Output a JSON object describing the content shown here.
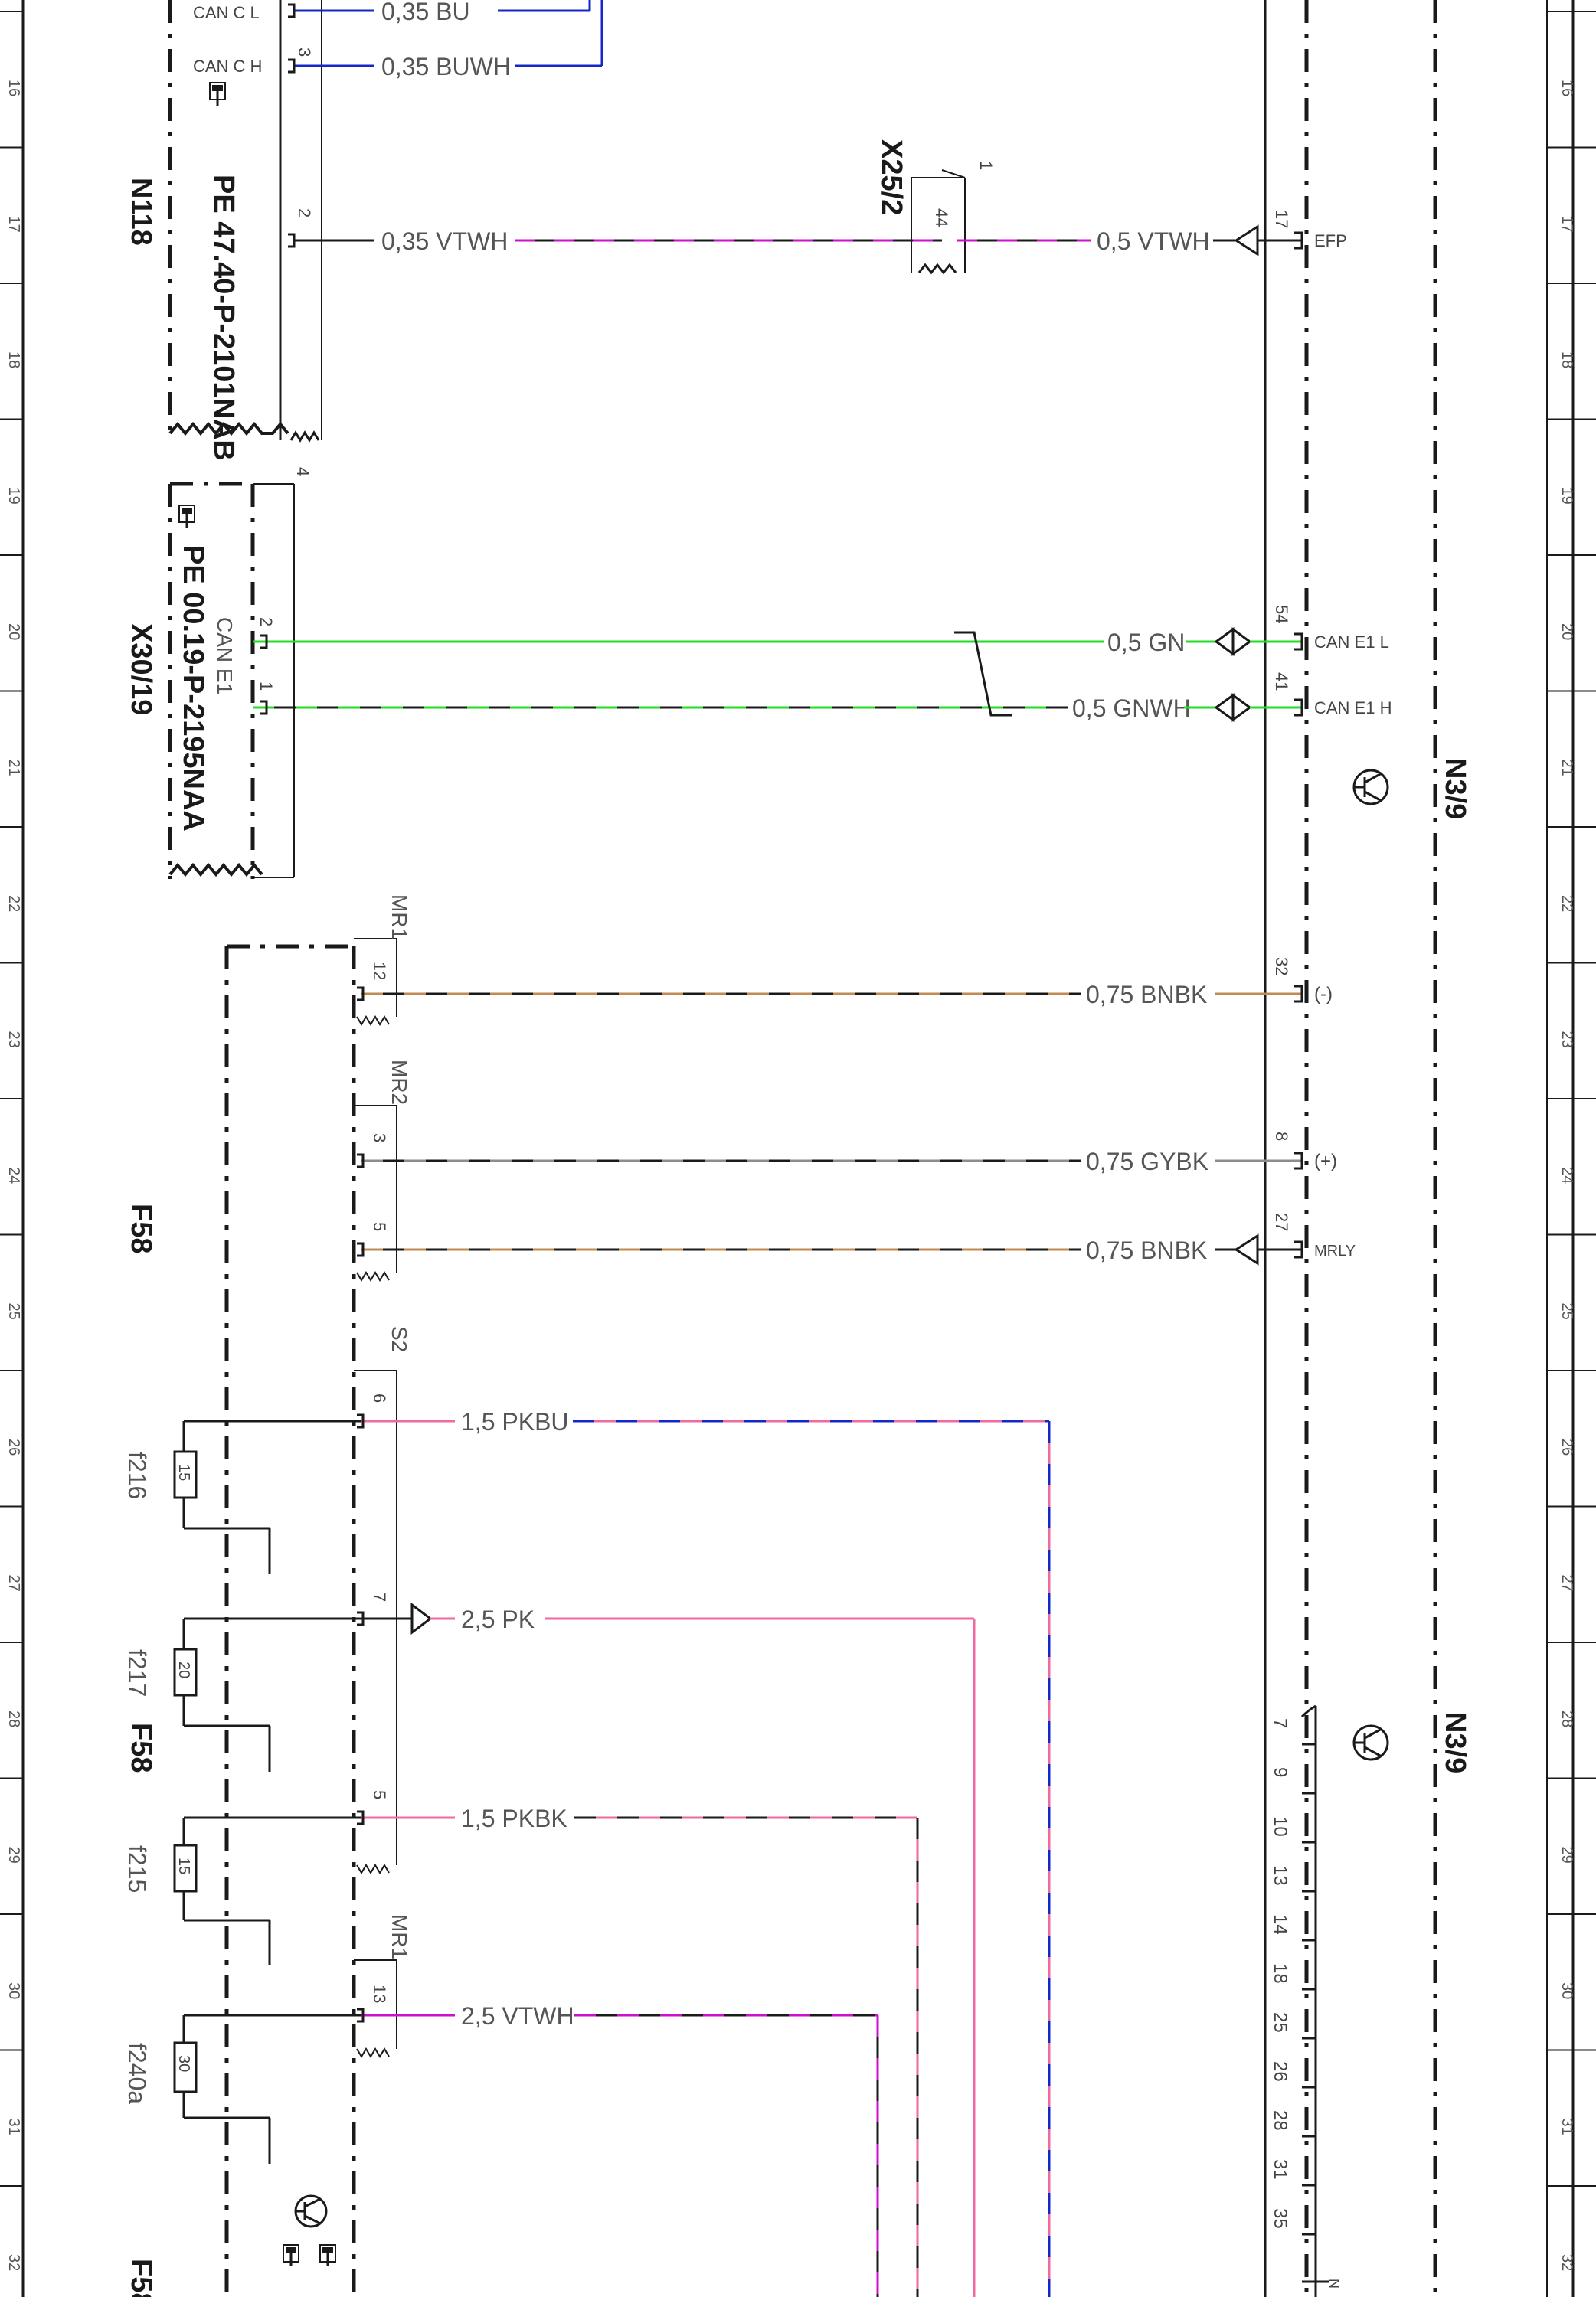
{
  "grid": {
    "row_numbers": [
      "16",
      "17",
      "18",
      "19",
      "20",
      "21",
      "22",
      "23",
      "24",
      "25",
      "26",
      "27",
      "28",
      "29",
      "30",
      "31",
      "32"
    ]
  },
  "colors": {
    "blue": "#1428c8",
    "violet": "#cc10cc",
    "green": "#22dd22",
    "pink": "#ee6aa0",
    "brown": "#c08a50",
    "gray": "#8c8c8c",
    "black": "#1a1a1a"
  },
  "components": {
    "n118": {
      "name": "N118",
      "ref": "PE 47.40-P-2101NAB",
      "pins": [
        {
          "pin": "",
          "label": "CAN C L"
        },
        {
          "pin": "3",
          "label": "CAN C H"
        },
        {
          "pin": "2",
          "label": ""
        }
      ]
    },
    "x30_19": {
      "name": "X30/19",
      "ref": "PE 00.19-P-2195NAA",
      "pin_group": "CAN E1",
      "top_pin": "4",
      "pins": [
        "2",
        "1"
      ]
    },
    "x25_2": {
      "name": "X25/2",
      "tag": "1",
      "pin": "44"
    },
    "n3_9": {
      "name": "N3/9",
      "pins": [
        {
          "pin": "17",
          "label": "EFP"
        },
        {
          "pin": "54",
          "label": "CAN E1 L"
        },
        {
          "pin": "41",
          "label": "CAN E1 H"
        },
        {
          "pin": "32",
          "label": "(-)"
        },
        {
          "pin": "8",
          "label": "(+)"
        },
        {
          "pin": "27",
          "label": "MRLY"
        }
      ],
      "lower_pins": [
        "7",
        "9",
        "10",
        "13",
        "14",
        "18",
        "25",
        "26",
        "28",
        "31",
        "35"
      ],
      "lower_n": "N"
    },
    "f58": {
      "name": "F58",
      "groups": {
        "mr1_top": {
          "label": "MR1",
          "pin": "12"
        },
        "mr2": {
          "label": "MR2",
          "pins": [
            "3",
            "5"
          ]
        },
        "s2": {
          "label": "S2",
          "pins": [
            "6",
            "7",
            "5"
          ]
        },
        "mr1_bottom": {
          "label": "MR1",
          "pin": "13"
        }
      },
      "fuses": [
        {
          "name": "f216",
          "rating": "15"
        },
        {
          "name": "f217",
          "rating": "20"
        },
        {
          "name": "f215",
          "rating": "15"
        },
        {
          "name": "f240a",
          "rating": "30"
        }
      ]
    }
  },
  "wires": {
    "can_c_l": "0,35 BU",
    "can_c_h": "0,35 BUWH",
    "efp_left": "0,35 VTWH",
    "efp_right": "0,5 VTWH",
    "can_e1_l": "0,5 GN",
    "can_e1_h": "0,5 GNWH",
    "minus": "0,75 BNBK",
    "plus": "0,75 GYBK",
    "mrly": "0,75 BNBK",
    "pkbu": "1,5 PKBU",
    "pk": "2,5 PK",
    "pkbk": "1,5 PKBK",
    "vtwh": "2,5 VTWH"
  }
}
